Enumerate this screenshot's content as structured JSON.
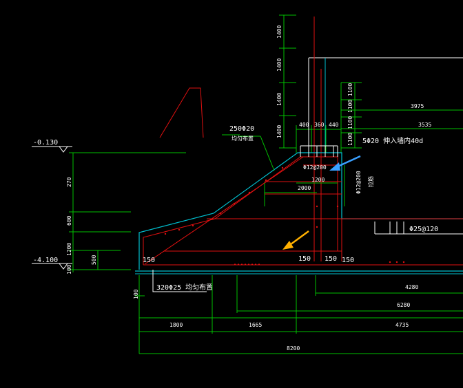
{
  "colors": {
    "background": "#000000",
    "dimension_line": "#00c000",
    "rebar_red": "#e01010",
    "concrete_cyan": "#00c0d0",
    "text": "#ffffff",
    "arrow_blue": "#3aa0ff",
    "arrow_yellow": "#ffb000"
  },
  "elevations": {
    "top": "-0.130",
    "bottom": "-4.100"
  },
  "vertical_dims_left": [
    "270",
    "600",
    "1200",
    "500",
    "100",
    "100"
  ],
  "vertical_dims_top": [
    "1400",
    "1400",
    "1400",
    "1400"
  ],
  "vertical_dims_right": [
    "1100",
    "1100",
    "1100",
    "1100"
  ],
  "vertical_dim_right_text": "Φ12@200",
  "vertical_dim_right_sub": "拉筋",
  "horizontal_dims_top": [
    "400",
    "360",
    "440"
  ],
  "dims_right": [
    "3975",
    "3535"
  ],
  "dims_inner": [
    "1200",
    "2000"
  ],
  "bottom_dims_row1": [
    "1800",
    "1665",
    "4735"
  ],
  "bottom_dims_row2": [
    "4280",
    "6280"
  ],
  "bottom_dims_total": "8200",
  "labels": {
    "slope_bar": "250Φ20",
    "slope_bar_sub": "均匀布置",
    "top_bar": "5Φ20 伸入墙内40d",
    "inner_bar": "Φ12@200",
    "right_bar": "Φ25@120",
    "bottom_bar": "320Φ25 均匀布置",
    "n150_a": "150",
    "n150_b": "150",
    "n150_c": "150",
    "n150_d": "150"
  },
  "icons": [
    "arrow-blue-icon",
    "arrow-yellow-icon",
    "elevation-triangle-icon"
  ]
}
